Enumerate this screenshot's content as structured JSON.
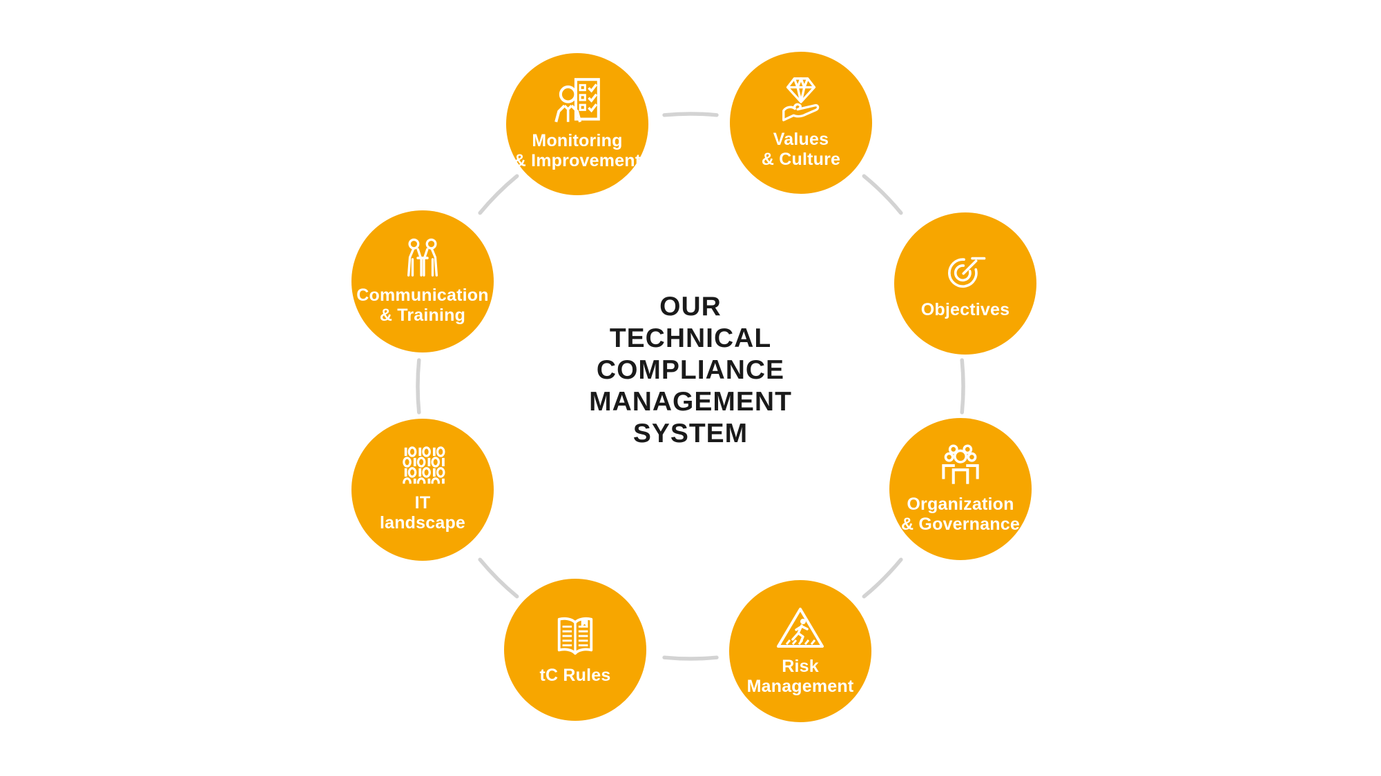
{
  "title": {
    "text": "OUR TECHNICAL COMPLIANCE MANAGEMENT SYSTEM",
    "lines": [
      "OUR",
      "TECHNICAL",
      "COMPLIANCE",
      "MANAGEMENT",
      "SYSTEM"
    ]
  },
  "colors": {
    "circle_fill": "#F7A600",
    "connector": "#D3D3D3",
    "icon": "#FFFFFF",
    "label": "#FFFFFF",
    "title": "#1A1A1A",
    "background": "#FFFFFF"
  },
  "nodes": [
    {
      "id": "monitoring-improvement",
      "label": "Monitoring & Improvement",
      "lines": [
        "Monitoring",
        "& Improvement"
      ],
      "icon": "person-checklist-icon"
    },
    {
      "id": "values-culture",
      "label": "Values & Culture",
      "lines": [
        "Values",
        "& Culture"
      ],
      "icon": "diamond-in-hand-icon"
    },
    {
      "id": "objectives",
      "label": "Objectives",
      "lines": [
        "Objectives"
      ],
      "icon": "target-arrow-icon"
    },
    {
      "id": "organization-governance",
      "label": "Organization & Governance",
      "lines": [
        "Organization",
        "& Governance"
      ],
      "icon": "people-group-icon"
    },
    {
      "id": "risk-management",
      "label": "Risk Management",
      "lines": [
        "Risk",
        "Management"
      ],
      "icon": "pedestrian-warning-triangle-icon"
    },
    {
      "id": "tc-rules",
      "label": "tC Rules",
      "lines": [
        "tC Rules"
      ],
      "icon": "open-book-icon"
    },
    {
      "id": "it-landscape",
      "label": "IT landscape",
      "lines": [
        "IT",
        "landscape"
      ],
      "icon": "binary-code-icon"
    },
    {
      "id": "communication-training",
      "label": "Communication & Training",
      "lines": [
        "Communication",
        "& Training"
      ],
      "icon": "people-discussion-icon"
    }
  ]
}
